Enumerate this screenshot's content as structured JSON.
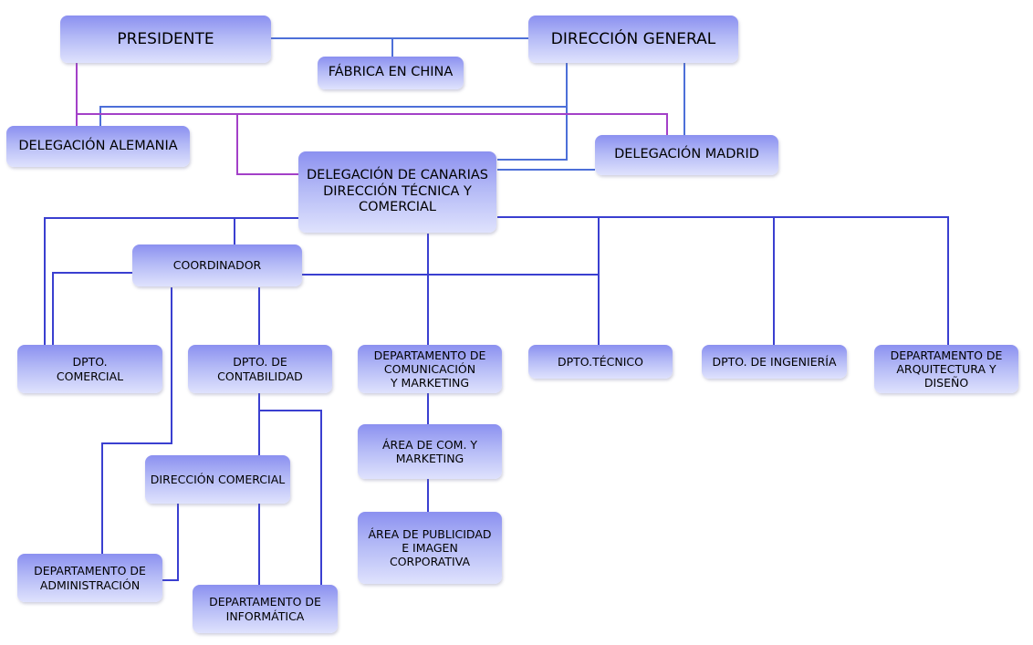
{
  "nodes": {
    "presidente": "PRESIDENTE",
    "direccion_general": "DIRECCIÓN GENERAL",
    "fabrica_china": "FÁBRICA EN CHINA",
    "delegacion_alemania": "DELEGACIÓN ALEMANIA",
    "delegacion_madrid": "DELEGACIÓN MADRID",
    "delegacion_canarias": "DELEGACIÓN DE CANARIAS\nDIRECCIÓN TÉCNICA Y\nCOMERCIAL",
    "coordinador": "COORDINADOR",
    "dpto_comercial": "DPTO.\nCOMERCIAL",
    "dpto_contabilidad": "DPTO. DE\nCONTABILIDAD",
    "dpto_comunicacion": "DEPARTAMENTO DE\nCOMUNICACIÓN\nY MARKETING",
    "dpto_tecnico": "DPTO.TÉCNICO",
    "dpto_ingenieria": "DPTO. DE INGENIERÍA",
    "dpto_arquitectura": "DEPARTAMENTO DE\nARQUITECTURA Y\nDISEÑO",
    "area_com_marketing": "ÁREA DE COM. Y\nMARKETING",
    "area_publicidad": "ÁREA DE PUBLICIDAD\nE IMAGEN\nCORPORATIVA",
    "direccion_comercial": "DIRECCIÓN COMERCIAL",
    "dpto_administracion": "DEPARTAMENTO DE\nADMINISTRACIÓN",
    "dpto_informatica": "DEPARTAMENTO DE\nINFORMÁTICA"
  },
  "colors": {
    "blue_line": "#3a3fd0",
    "mid_blue_line": "#4d6fd8",
    "purple_line": "#a340c8",
    "node_top": "#8b90f0",
    "node_bottom": "#dfe2fd"
  }
}
